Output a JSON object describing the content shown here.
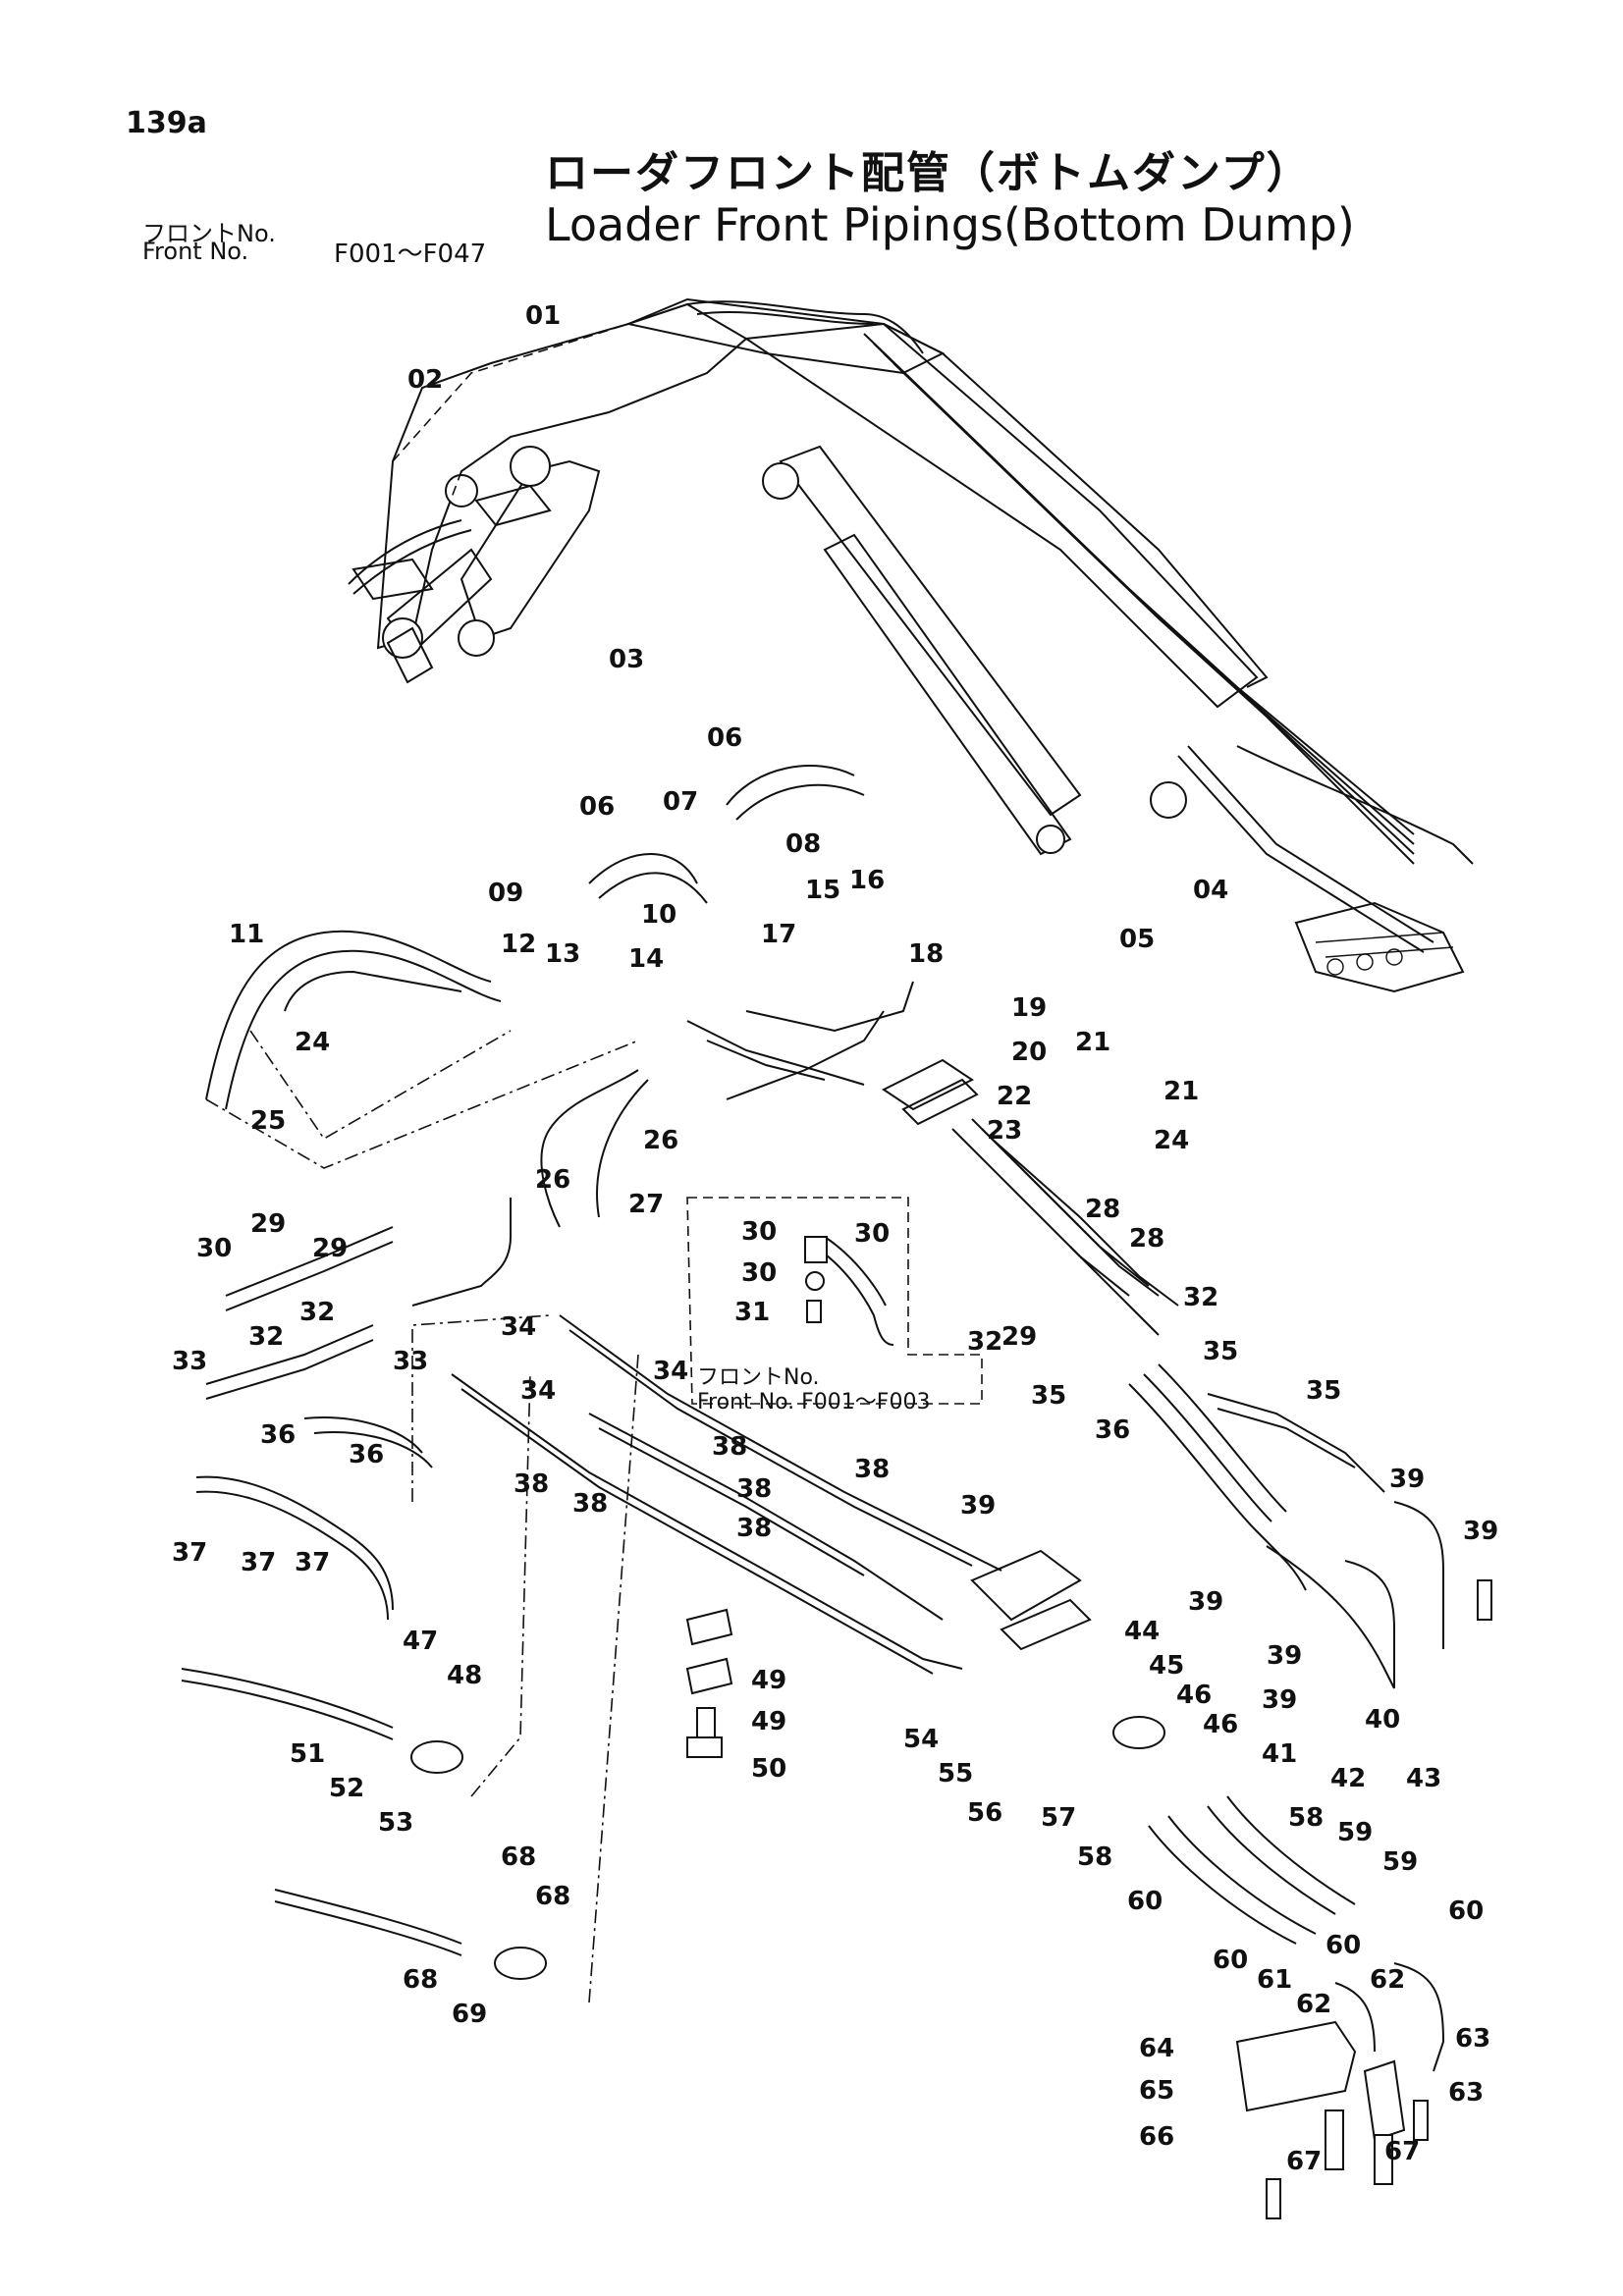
{
  "header": {
    "page_number": "139a",
    "title_jp": "ローダフロント配管（ボトムダンプ）",
    "title_en": "Loader Front Pipings(Bottom Dump)",
    "front_label_jp": "フロントNo.",
    "front_label_en": "Front No.",
    "front_range": "F001～F047"
  },
  "inset_note": {
    "label_jp": "フロントNo.",
    "label_en": "Front No. F001～F003"
  },
  "callouts": [
    {
      "id": "c01",
      "text": "01"
    },
    {
      "id": "c02",
      "text": "02"
    },
    {
      "id": "c03",
      "text": "03"
    },
    {
      "id": "c04",
      "text": "04"
    },
    {
      "id": "c05",
      "text": "05"
    },
    {
      "id": "c06a",
      "text": "06"
    },
    {
      "id": "c06b",
      "text": "06"
    },
    {
      "id": "c07",
      "text": "07"
    },
    {
      "id": "c08",
      "text": "08"
    },
    {
      "id": "c09",
      "text": "09"
    },
    {
      "id": "c10",
      "text": "10"
    },
    {
      "id": "c11",
      "text": "11"
    },
    {
      "id": "c12",
      "text": "12"
    },
    {
      "id": "c13",
      "text": "13"
    },
    {
      "id": "c14",
      "text": "14"
    },
    {
      "id": "c15",
      "text": "15"
    },
    {
      "id": "c16",
      "text": "16"
    },
    {
      "id": "c17",
      "text": "17"
    },
    {
      "id": "c18",
      "text": "18"
    },
    {
      "id": "c19",
      "text": "19"
    },
    {
      "id": "c20",
      "text": "20"
    },
    {
      "id": "c21a",
      "text": "21"
    },
    {
      "id": "c21b",
      "text": "21"
    },
    {
      "id": "c22",
      "text": "22"
    },
    {
      "id": "c23",
      "text": "23"
    },
    {
      "id": "c24a",
      "text": "24"
    },
    {
      "id": "c24b",
      "text": "24"
    },
    {
      "id": "c25",
      "text": "25"
    },
    {
      "id": "c26a",
      "text": "26"
    },
    {
      "id": "c26b",
      "text": "26"
    },
    {
      "id": "c27",
      "text": "27"
    },
    {
      "id": "c28a",
      "text": "28"
    },
    {
      "id": "c28b",
      "text": "28"
    },
    {
      "id": "c29a",
      "text": "29"
    },
    {
      "id": "c29b",
      "text": "29"
    },
    {
      "id": "c29c",
      "text": "29"
    },
    {
      "id": "c30a",
      "text": "30"
    },
    {
      "id": "c30b",
      "text": "30"
    },
    {
      "id": "c30c",
      "text": "30"
    },
    {
      "id": "c30d",
      "text": "30"
    },
    {
      "id": "c31",
      "text": "31"
    },
    {
      "id": "c32a",
      "text": "32"
    },
    {
      "id": "c32b",
      "text": "32"
    },
    {
      "id": "c32c",
      "text": "32"
    },
    {
      "id": "c32d",
      "text": "32"
    },
    {
      "id": "c33a",
      "text": "33"
    },
    {
      "id": "c33b",
      "text": "33"
    },
    {
      "id": "c34a",
      "text": "34"
    },
    {
      "id": "c34b",
      "text": "34"
    },
    {
      "id": "c34c",
      "text": "34"
    },
    {
      "id": "c35a",
      "text": "35"
    },
    {
      "id": "c35b",
      "text": "35"
    },
    {
      "id": "c35c",
      "text": "35"
    },
    {
      "id": "c36a",
      "text": "36"
    },
    {
      "id": "c36b",
      "text": "36"
    },
    {
      "id": "c36c",
      "text": "36"
    },
    {
      "id": "c37a",
      "text": "37"
    },
    {
      "id": "c37b",
      "text": "37"
    },
    {
      "id": "c37c",
      "text": "37"
    },
    {
      "id": "c38a",
      "text": "38"
    },
    {
      "id": "c38b",
      "text": "38"
    },
    {
      "id": "c38c",
      "text": "38"
    },
    {
      "id": "c38d",
      "text": "38"
    },
    {
      "id": "c38e",
      "text": "38"
    },
    {
      "id": "c38f",
      "text": "38"
    },
    {
      "id": "c39a",
      "text": "39"
    },
    {
      "id": "c39b",
      "text": "39"
    },
    {
      "id": "c39c",
      "text": "39"
    },
    {
      "id": "c39d",
      "text": "39"
    },
    {
      "id": "c39e",
      "text": "39"
    },
    {
      "id": "c39f",
      "text": "39"
    },
    {
      "id": "c40",
      "text": "40"
    },
    {
      "id": "c41",
      "text": "41"
    },
    {
      "id": "c42",
      "text": "42"
    },
    {
      "id": "c43",
      "text": "43"
    },
    {
      "id": "c44",
      "text": "44"
    },
    {
      "id": "c45",
      "text": "45"
    },
    {
      "id": "c46a",
      "text": "46"
    },
    {
      "id": "c46b",
      "text": "46"
    },
    {
      "id": "c47",
      "text": "47"
    },
    {
      "id": "c48",
      "text": "48"
    },
    {
      "id": "c49a",
      "text": "49"
    },
    {
      "id": "c49b",
      "text": "49"
    },
    {
      "id": "c50",
      "text": "50"
    },
    {
      "id": "c51",
      "text": "51"
    },
    {
      "id": "c52",
      "text": "52"
    },
    {
      "id": "c53",
      "text": "53"
    },
    {
      "id": "c54",
      "text": "54"
    },
    {
      "id": "c55",
      "text": "55"
    },
    {
      "id": "c56",
      "text": "56"
    },
    {
      "id": "c57",
      "text": "57"
    },
    {
      "id": "c58a",
      "text": "58"
    },
    {
      "id": "c58b",
      "text": "58"
    },
    {
      "id": "c59a",
      "text": "59"
    },
    {
      "id": "c59b",
      "text": "59"
    },
    {
      "id": "c60a",
      "text": "60"
    },
    {
      "id": "c60b",
      "text": "60"
    },
    {
      "id": "c60c",
      "text": "60"
    },
    {
      "id": "c60d",
      "text": "60"
    },
    {
      "id": "c61",
      "text": "61"
    },
    {
      "id": "c62a",
      "text": "62"
    },
    {
      "id": "c62b",
      "text": "62"
    },
    {
      "id": "c63a",
      "text": "63"
    },
    {
      "id": "c63b",
      "text": "63"
    },
    {
      "id": "c64",
      "text": "64"
    },
    {
      "id": "c65",
      "text": "65"
    },
    {
      "id": "c66",
      "text": "66"
    },
    {
      "id": "c67a",
      "text": "67"
    },
    {
      "id": "c67b",
      "text": "67"
    },
    {
      "id": "c68a",
      "text": "68"
    },
    {
      "id": "c68b",
      "text": "68"
    },
    {
      "id": "c68c",
      "text": "68"
    },
    {
      "id": "c69",
      "text": "69"
    }
  ]
}
